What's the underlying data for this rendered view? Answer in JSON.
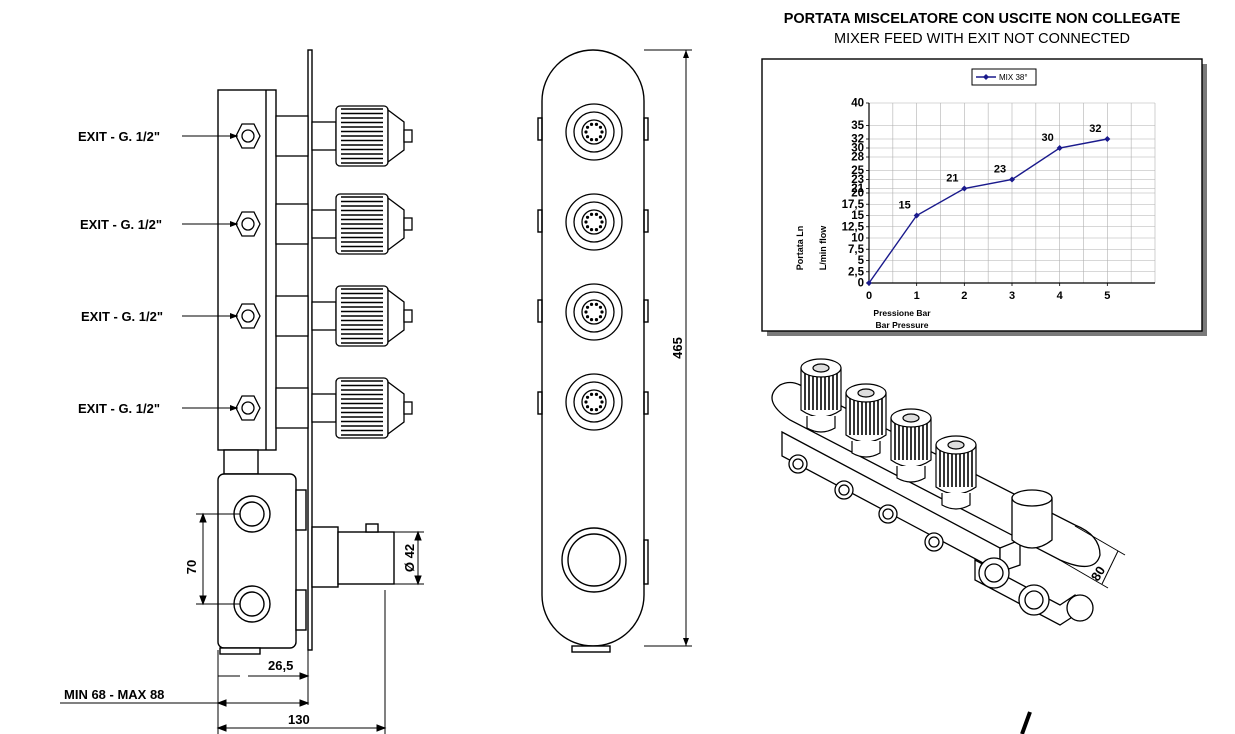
{
  "side_view": {
    "exit_labels": [
      "EXIT - G. 1/2\"",
      "EXIT - G. 1/2\"",
      "EXIT - G. 1/2\"",
      "EXIT - G. 1/2\""
    ],
    "dim_70": "70",
    "dim_diameter": "Ø 42",
    "dim_26_5": "26,5",
    "dim_min_max": "MIN 68 - MAX 88",
    "dim_130": "130"
  },
  "front_view": {
    "dim_height": "465"
  },
  "chart_header": {
    "title": "PORTATA MISCELATORE CON USCITE NON COLLEGATE",
    "subtitle": "MIXER FEED WITH EXIT NOT CONNECTED"
  },
  "iso_view": {
    "dim_80": "80"
  },
  "colors": {
    "series": "#1a1a8c",
    "line": "#000000",
    "grid": "#b0b0b0"
  },
  "chart_data": {
    "type": "line",
    "x": [
      0,
      1,
      2,
      3,
      4,
      5
    ],
    "series": [
      {
        "name": "MIX 38°",
        "values": [
          0,
          15,
          21,
          23,
          30,
          32
        ]
      }
    ],
    "data_labels": [
      "",
      "15",
      "21",
      "23",
      "30",
      "32"
    ],
    "y_ticks": [
      "0",
      "2,5",
      "5",
      "7,5",
      "10",
      "12,5",
      "15",
      "17,5",
      "20",
      "21",
      "23",
      "25",
      "28",
      "30",
      "32",
      "35",
      "40"
    ],
    "y_tick_values": [
      0,
      2.5,
      5,
      7.5,
      10,
      12.5,
      15,
      17.5,
      20,
      21,
      23,
      25,
      28,
      30,
      32,
      35,
      40
    ],
    "x_ticks": [
      "0",
      "1",
      "2",
      "3",
      "4",
      "5"
    ],
    "xlabel": [
      "Pressione Bar",
      "Bar Pressure"
    ],
    "ylabel": [
      "Portata Ln",
      "L/min flow"
    ],
    "xlim": [
      0,
      6
    ],
    "ylim": [
      0,
      40
    ],
    "grid": true,
    "legend": "top-center"
  }
}
